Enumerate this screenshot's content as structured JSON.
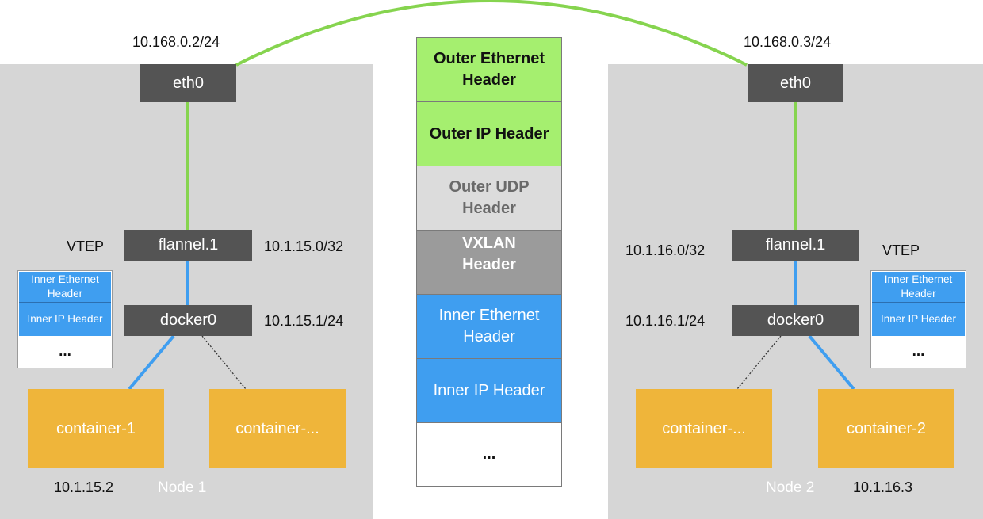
{
  "node1": {
    "name": "Node 1",
    "eth0": {
      "label": "eth0",
      "ip": "10.168.0.2/24"
    },
    "flannel": {
      "label": "flannel.1",
      "ip": "10.1.15.0/32",
      "role": "VTEP"
    },
    "docker": {
      "label": "docker0",
      "ip": "10.1.15.1/24"
    },
    "containers": [
      {
        "label": "container-1",
        "ip": "10.1.15.2"
      },
      {
        "label": "container-..."
      }
    ],
    "mini_stack": [
      "Inner Ethernet Header",
      "Inner IP Header",
      "..."
    ]
  },
  "node2": {
    "name": "Node 2",
    "eth0": {
      "label": "eth0",
      "ip": "10.168.0.3/24"
    },
    "flannel": {
      "label": "flannel.1",
      "ip": "10.1.16.0/32",
      "role": "VTEP"
    },
    "docker": {
      "label": "docker0",
      "ip": "10.1.16.1/24"
    },
    "containers": [
      {
        "label": "container-..."
      },
      {
        "label": "container-2",
        "ip": "10.1.16.3"
      }
    ],
    "mini_stack": [
      "Inner Ethernet Header",
      "Inner IP Header",
      "..."
    ]
  },
  "packet": {
    "layers": [
      "Outer Ethernet Header",
      "Outer IP Header",
      "Outer UDP Header",
      "VXLAN Header",
      "Inner Ethernet Header",
      "Inner IP Header",
      "..."
    ]
  },
  "colors": {
    "node_panel": "#d6d6d6",
    "interface_box": "#545454",
    "container_box": "#efb53a",
    "outer_link": "#86d44f",
    "inner_link": "#3f9ef0",
    "outer_header": "#a5ef6f",
    "udp_header": "#dcdcdc",
    "vxlan_header": "#9b9b9b",
    "inner_header": "#3f9ef0"
  }
}
